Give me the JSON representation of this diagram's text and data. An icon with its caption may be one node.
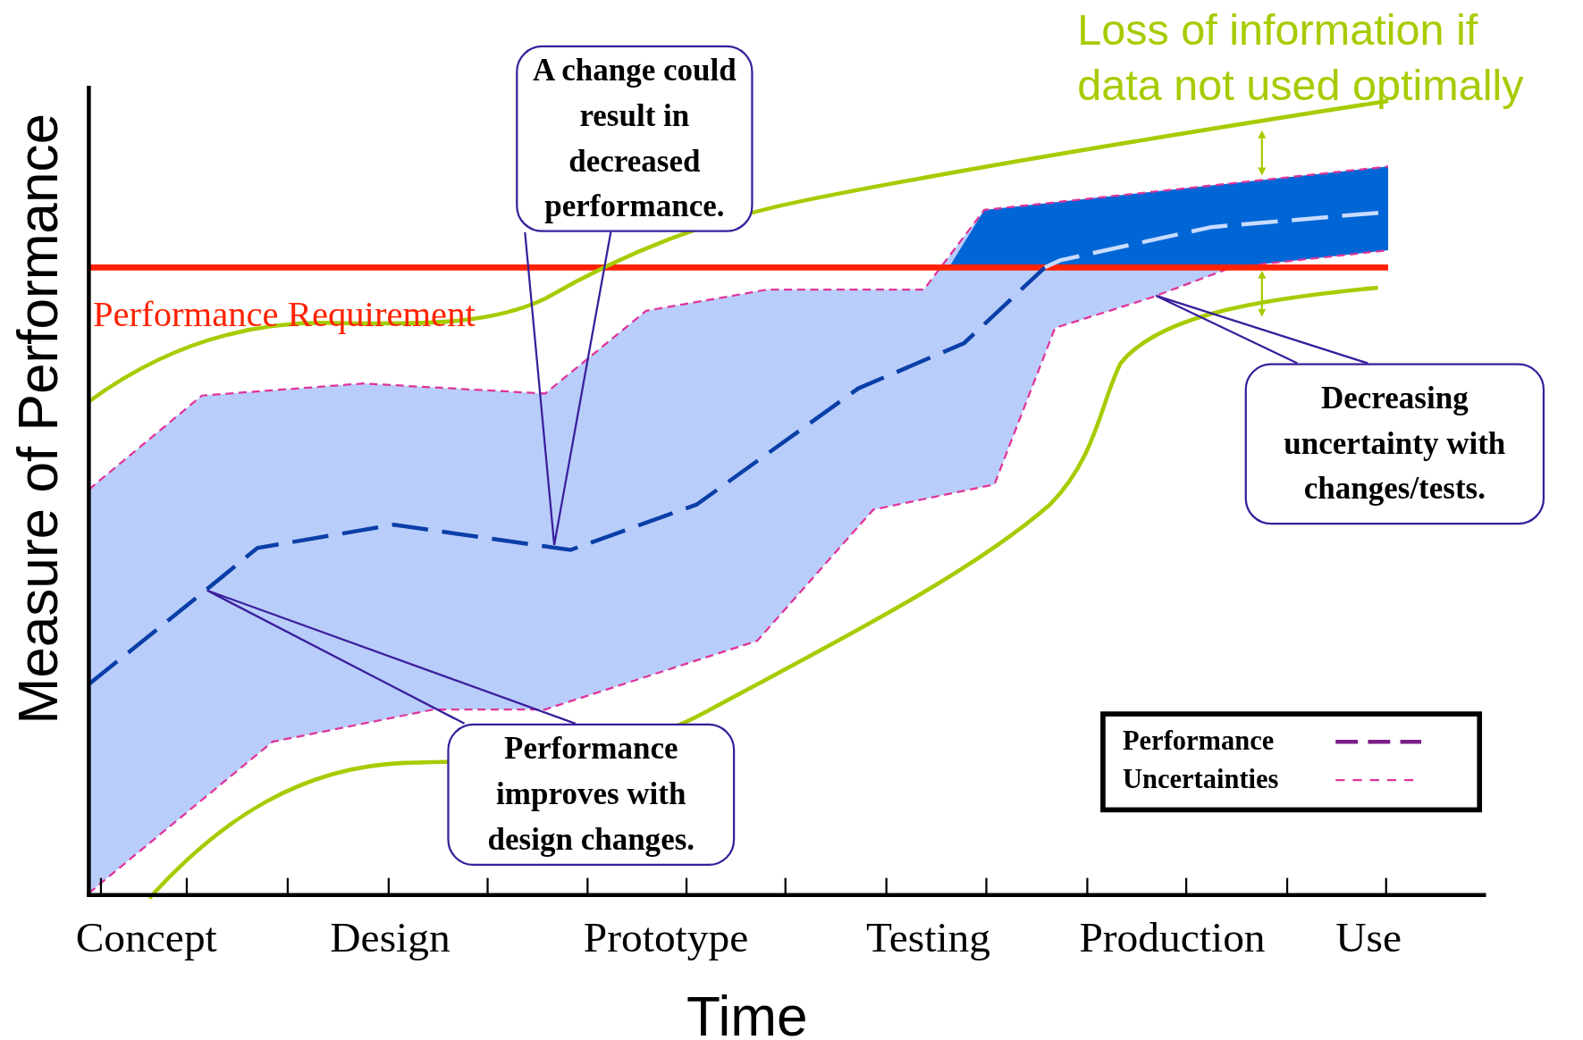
{
  "diagram": {
    "nodes": [
      {
        "text": [
          "A change could result in decreased performance."
        ]
      },
      {
        "text": [
          "Performance improves with design changes."
        ]
      },
      {
        "text": [
          "Decreasing uncertainty with changes/tests."
        ]
      }
    ],
    "edges": [
      {
        "from": 0,
        "to": null,
        "arrow": "none"
      },
      {
        "from": 1,
        "to": null,
        "arrow": "none"
      },
      {
        "from": 2,
        "to": null,
        "arrow": "none"
      }
    ],
    "labels": [
      "Loss of information if data not used optimally",
      "Measure of Performance",
      "Performance Requirement",
      "Concept",
      "Design",
      "Prototype",
      "Testing",
      "Production",
      "Use",
      "Time"
    ],
    "legend": [
      {
        "text": "Performance"
      },
      {
        "text": "Uncertainties"
      }
    ]
  }
}
